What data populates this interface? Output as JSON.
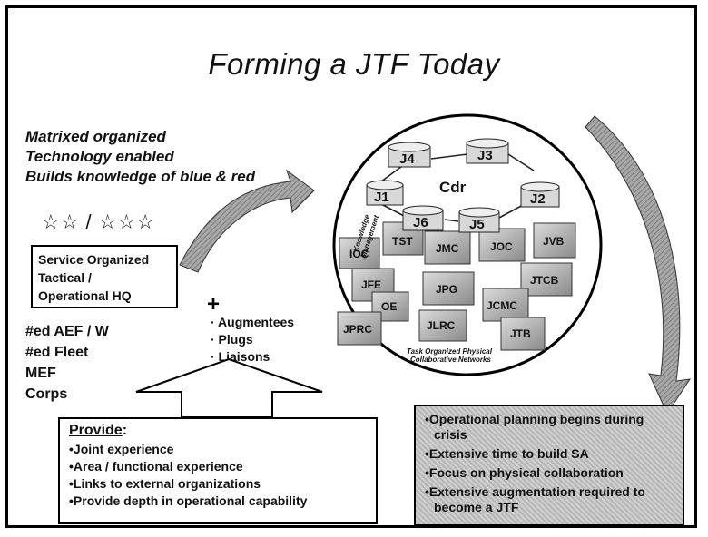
{
  "title": "Forming a JTF Today",
  "traits": [
    "Matrixed organized",
    "Technology enabled",
    "Builds knowledge of blue & red"
  ],
  "stars": "☆☆ / ☆☆☆",
  "hq_box": [
    "Service Organized",
    "Tactical /",
    "Operational HQ"
  ],
  "units": [
    "#ed AEF / W",
    "#ed Fleet",
    "MEF",
    "Corps"
  ],
  "plus": "+",
  "augment": [
    "· Augmentees",
    "· Plugs",
    "· Liaisons"
  ],
  "network": {
    "commander": "Cdr",
    "j_nodes": [
      "J4",
      "J3",
      "J1",
      "J2",
      "J6",
      "J5"
    ],
    "side_label_1": "Knowledge",
    "side_label_2": "Management",
    "tiles": [
      "IOC",
      "TST",
      "JMC",
      "JOC",
      "JVB",
      "JFE",
      "JPG",
      "JTCB",
      "OE",
      "JCMC",
      "JPRC",
      "JLRC",
      "JTB"
    ],
    "caption_1": "Task Organized Physical",
    "caption_2": "Collaborative Networks"
  },
  "provide": {
    "title": "Provide",
    "colon": ":",
    "items": [
      "Joint experience",
      "Area / functional experience",
      "Links to external organizations",
      "Provide depth in operational capability"
    ]
  },
  "crisis": [
    "Operational planning begins during crisis",
    "Extensive time to build SA",
    "Focus on physical collaboration",
    "Extensive augmentation required to become a JTF"
  ]
}
